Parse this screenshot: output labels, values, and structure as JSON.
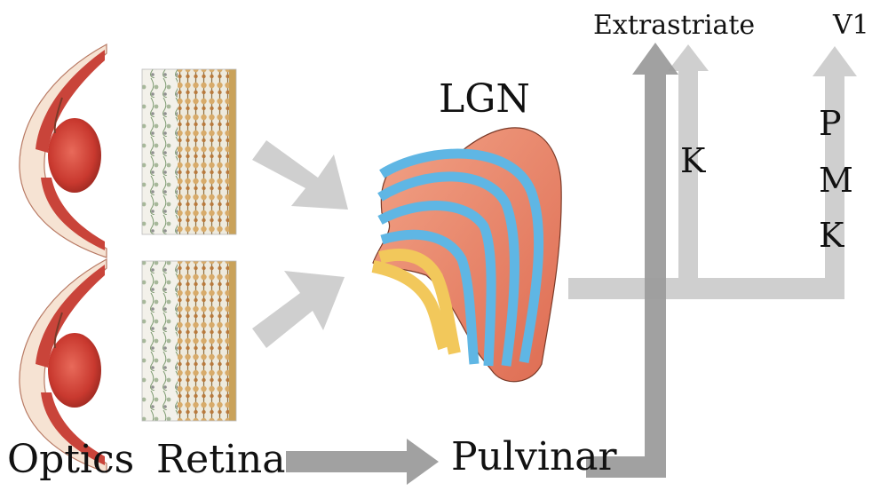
{
  "labels": {
    "extrastriate": "Extrastriate",
    "v1": "V1",
    "lgn": "LGN",
    "k_extrastriate": "K",
    "p": "P",
    "m": "M",
    "k_v1": "K",
    "optics": "Optics",
    "retina": "Retina",
    "pulvinar": "Pulvinar"
  },
  "colors": {
    "arrow_light": "#c8c8c8",
    "arrow_dark": "#9a9a9a",
    "lgn_red": "#e58367",
    "lgn_blue": "#5fb6e4",
    "lgn_yellow": "#f2c85b",
    "eye_red": "#c9392f",
    "eye_cream": "#f6e3d3"
  },
  "icons": {
    "eye": "eye-cross-section-icon",
    "retina": "retina-layers-icon"
  }
}
